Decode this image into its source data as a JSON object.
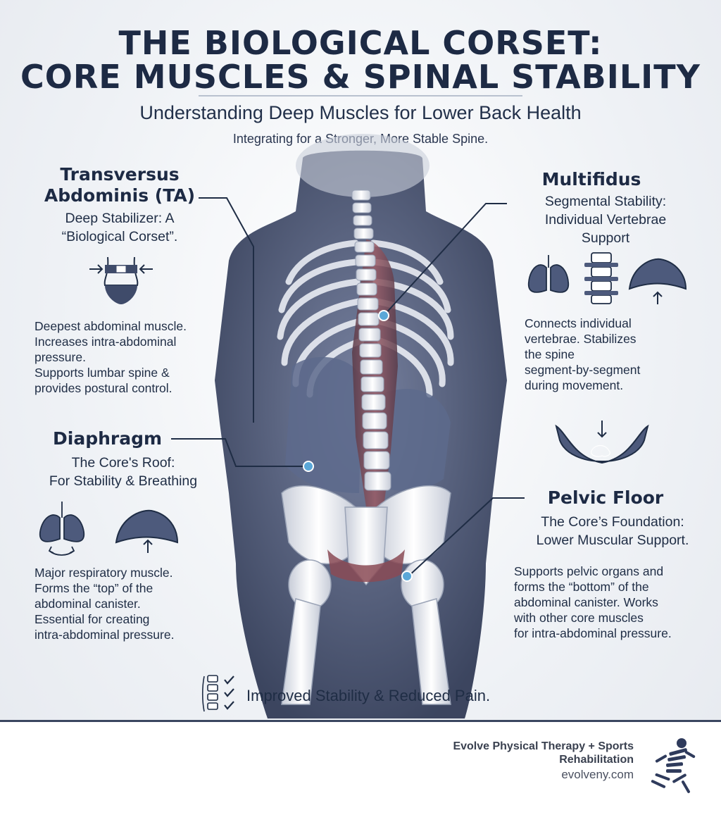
{
  "header": {
    "title_line1": "THE BIOLOGICAL CORSET:",
    "title_line2": "CORE MUSCLES & SPINAL STABILITY",
    "subtitle": "Understanding Deep Muscles for Lower Back Health",
    "tagline": "Integrating for a Stronger, More Stable Spine."
  },
  "muscles": {
    "ta": {
      "name_line1": "Transversus",
      "name_line2": "Abdominis (TA)",
      "sub_line1": "Deep Stabilizer: A",
      "sub_line2": "“Biological Corset”.",
      "body": [
        "Deepest abdominal muscle.",
        "Increases intra-abdominal",
        "pressure.",
        "Supports lumbar spine &",
        "provides postural control."
      ],
      "icon": "waist-compression-icon"
    },
    "diaphragm": {
      "name": "Diaphragm",
      "sub_line1": "The Core's Roof:",
      "sub_line2": "For Stability & Breathing",
      "body": [
        "Major respiratory muscle.",
        "Forms the “top” of the",
        "abdominal canister.",
        "Essential for creating",
        "intra-abdominal pressure."
      ],
      "icons": [
        "lungs-icon",
        "diaphragm-dome-icon"
      ]
    },
    "multifidus": {
      "name": "Multifidus",
      "sub_line1": "Segmental Stability:",
      "sub_line2": "Individual Vertebrae",
      "sub_line3": "Support",
      "body": [
        "Connects individual",
        "vertebrae. Stabilizes",
        "the spine",
        "segment-by-segment",
        "during movement."
      ],
      "icons": [
        "lungs-icon",
        "vertebrae-icon",
        "diaphragm-dome-icon"
      ]
    },
    "pelvic_floor": {
      "name": "Pelvic Floor",
      "sub_line1": "The Core’s Foundation:",
      "sub_line2": "Lower Muscular Support.",
      "body": [
        "Supports pelvic organs and",
        "forms the “bottom” of the",
        "abdominal canister. Works",
        "with other core muscles",
        "for intra-abdominal pressure."
      ],
      "icon": "pelvic-hammock-icon"
    }
  },
  "outcome": {
    "text": "Improved Stability & Reduced Pain.",
    "icon": "spine-checklist-icon"
  },
  "footer": {
    "name_line1": "Evolve Physical Therapy + Sports",
    "name_line2": "Rehabilitation",
    "url": "evolveny.com",
    "logo": "running-figure-logo"
  },
  "colors": {
    "navy": "#1d2a44",
    "slate": "#3f4b6a",
    "accent_blue": "#5aa7d8",
    "muscle_red": "#8a4a55"
  }
}
